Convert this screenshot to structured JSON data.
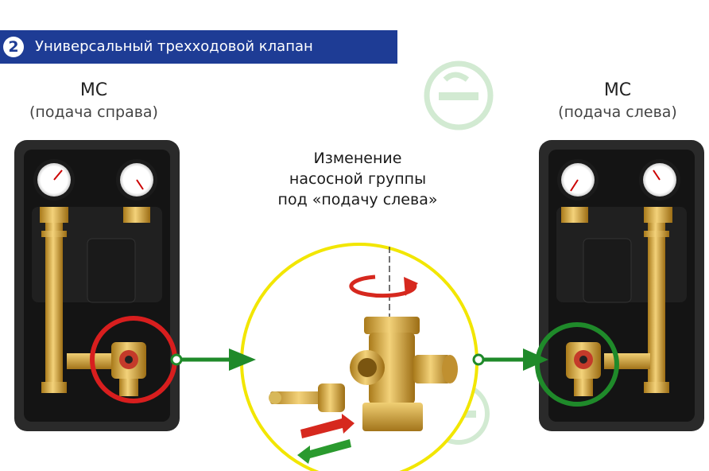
{
  "banner": {
    "number": "2",
    "title": "Универсальный трехходовой клапан"
  },
  "left": {
    "label": "МС",
    "sublabel": "(подача справа)",
    "ring_color": "#d81e1e"
  },
  "right": {
    "label": "МС",
    "sublabel": "(подача слева)",
    "ring_color": "#1f8a2a"
  },
  "center": {
    "caption_lines": [
      "Изменение",
      "насосной группы",
      "под «подачу слева»"
    ],
    "circle_color": "#f2e600"
  },
  "arrows": {
    "color": "#1f8a2a",
    "swap_red": "#d6281e",
    "swap_green": "#2a9a2e"
  }
}
